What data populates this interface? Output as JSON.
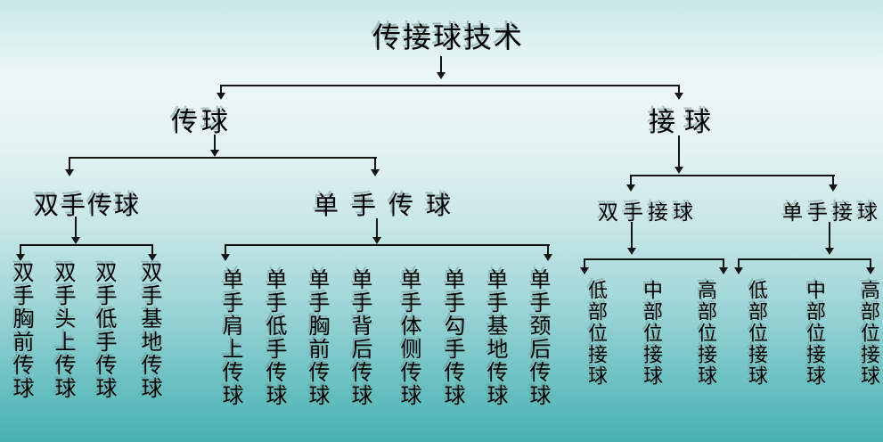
{
  "title": "传接球技术",
  "nodes": {
    "pass": "传球",
    "catch": "接球",
    "two_hand_pass": "双手传球",
    "one_hand_pass": "单手传球",
    "two_hand_catch": "双手接球",
    "one_hand_catch": "单手接球"
  },
  "leaves": {
    "two_hand_pass": [
      "双手胸前传球",
      "双手头上传球",
      "双手低手传球",
      "双手基地传球"
    ],
    "one_hand_pass": [
      "单手肩上传球",
      "单手低手传球",
      "单手胸前传球",
      "单手背后传球",
      "单手体侧传球",
      "单手勾手传球",
      "单手基地传球",
      "单手颈后传球"
    ],
    "two_hand_catch": [
      "低部位接球",
      "中部位接球",
      "高部位接球"
    ],
    "one_hand_catch": [
      "低部位接球",
      "中部位接球",
      "高部位接球"
    ]
  },
  "colors": {
    "background_top": "#c9e8e9",
    "background_bottom": "#47b1b2",
    "line": "#141414",
    "text": "#000000"
  }
}
